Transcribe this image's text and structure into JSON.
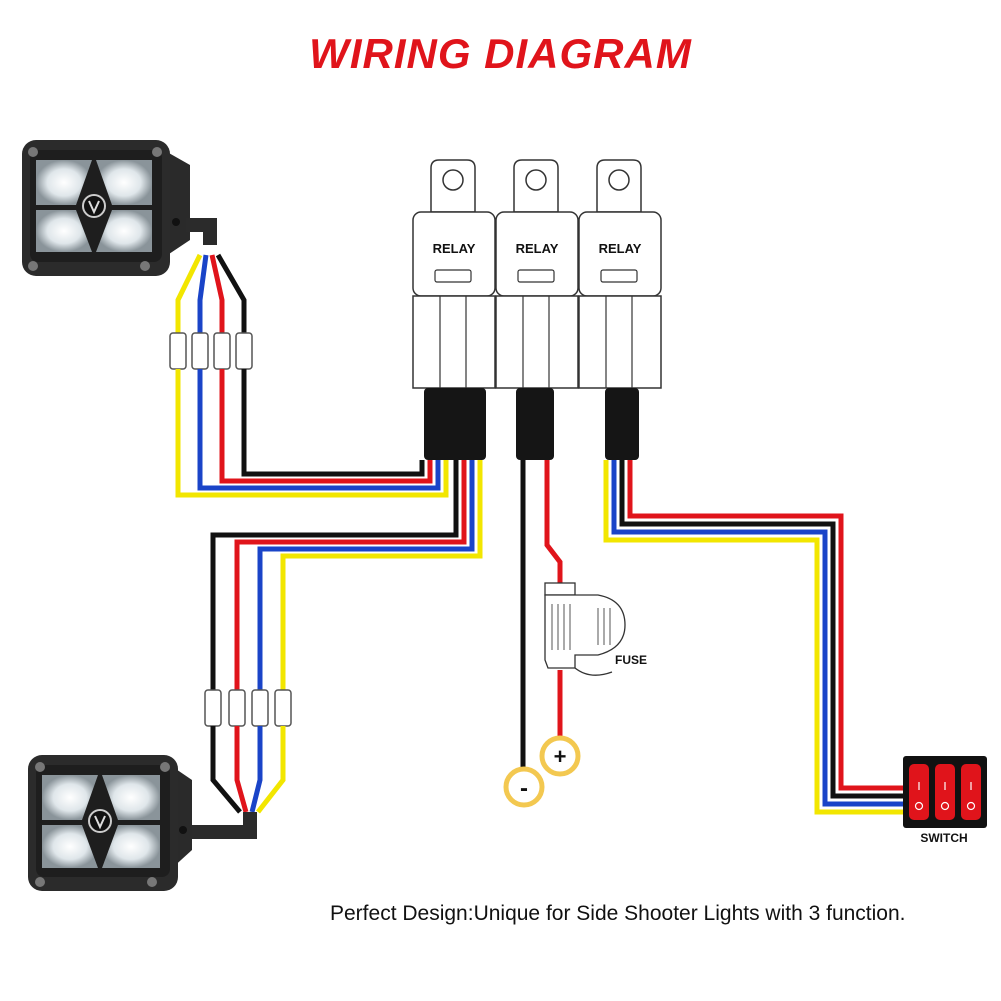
{
  "title": "WIRING DIAGRAM",
  "caption": "Perfect Design:Unique for Side Shooter Lights with 3 function.",
  "relays": [
    {
      "label": "RELAY"
    },
    {
      "label": "RELAY"
    },
    {
      "label": "RELAY"
    }
  ],
  "fuse": {
    "label": "FUSE"
  },
  "switch": {
    "label": "SWITCH"
  },
  "terminals": {
    "positive": "+",
    "negative": "-"
  },
  "wire_colors": {
    "yellow": "#f2e600",
    "blue": "#1a44c8",
    "red": "#e0141b",
    "black": "#111111"
  },
  "colors": {
    "title": "#e0141b",
    "switch_body": "#111111",
    "switch_rocker": "#e0141b",
    "terminal_ring": "#f3c850"
  }
}
